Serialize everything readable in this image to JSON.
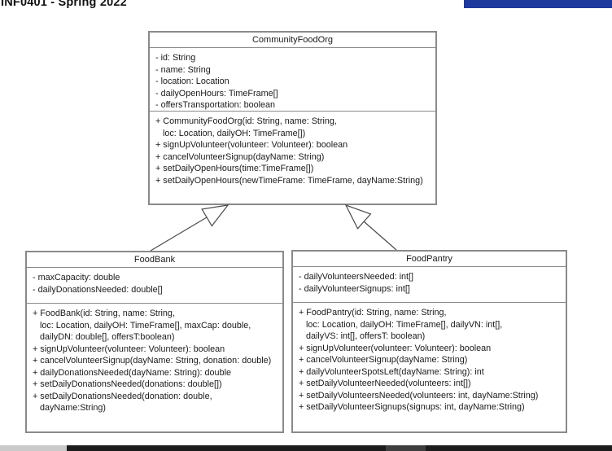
{
  "header": {
    "title": "INF0401 - Spring 2022"
  },
  "decorations": {
    "top_bar_color": "#1e3a9c",
    "bottom_bar_dark": "#1c1c1c",
    "bottom_bar_light_segment": "#cacaca",
    "bottom_bar_mid_segment": "#3e3e3e",
    "box_border_color": "#8a8a8a"
  },
  "diagram": {
    "classes": [
      {
        "title": "CommunityFoodOrg",
        "attributes": [
          "- id: String",
          "- name: String",
          "- location: Location",
          "- dailyOpenHours: TimeFrame[]",
          "- offersTransportation: boolean"
        ],
        "methods": [
          "+ CommunityFoodOrg(id: String, name: String,",
          "   loc: Location, dailyOH: TimeFrame[])",
          "+ signUpVolunteer(volunteer: Volunteer): boolean",
          "+ cancelVolunteerSignup(dayName: String)",
          "+ setDailyOpenHours(time:TimeFrame[])",
          "+ setDailyOpenHours(newTimeFrame: TimeFrame, dayName:String)"
        ]
      },
      {
        "title": "FoodBank",
        "attributes": [
          "- maxCapacity: double",
          "- dailyDonationsNeeded: double[]"
        ],
        "methods": [
          "+ FoodBank(id: String, name: String,",
          "   loc: Location, dailyOH: TimeFrame[], maxCap: double,",
          "   dailyDN: double[], offersT:boolean)",
          "+ signUpVolunteer(volunteer: Volunteer): boolean",
          "+ cancelVolunteerSignup(dayName: String, donation: double)",
          "+ dailyDonationsNeeded(dayName: String): double",
          "+ setDailyDonationsNeeded(donations: double[])",
          "+ setDailyDonationsNeeded(donation: double,",
          "   dayName:String)"
        ]
      },
      {
        "title": "FoodPantry",
        "attributes": [
          "- dailyVolunteersNeeded: int[]",
          "- dailyVolunteerSignups: int[]"
        ],
        "methods": [
          "+ FoodPantry(id: String, name: String,",
          "   loc: Location, dailyOH: TimeFrame[], dailyVN: int[],",
          "   dailyVS: int[], offersT: boolean)",
          "+ signUpVolunteer(volunteer: Volunteer): boolean",
          "+ cancelVolunteerSignup(dayName: String)",
          "+ dailyVolunteerSpotsLeft(dayName: String): int",
          "+ setDailyVolunteerNeeded(volunteers: int[])",
          "+ setDailyVolunteersNeeded(volunteers: int, dayName:String)",
          "+ setDailyVolunteerSignups(signups: int, dayName:String)"
        ]
      }
    ],
    "relationships": [
      {
        "type": "generalization",
        "from": "FoodBank",
        "to": "CommunityFoodOrg"
      },
      {
        "type": "generalization",
        "from": "FoodPantry",
        "to": "CommunityFoodOrg"
      }
    ]
  }
}
